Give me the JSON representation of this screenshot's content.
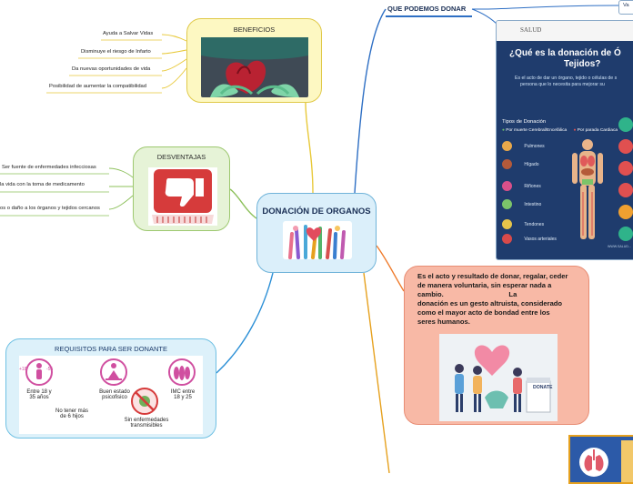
{
  "central": {
    "title": "DONACIÓN DE ORGANOS",
    "image_icon": "hands-donation-icon"
  },
  "beneficios": {
    "title": "BENEFICIOS",
    "image_icon": "hands-holding-heart-icon",
    "items": [
      "Ayuda a Salvar Vidas",
      "Disminuye el riesgo de Infarto",
      "Da nuevas oportunidades de vida",
      "Posibilidad de aumentar la  compatibilidad"
    ]
  },
  "desventajas": {
    "title": "DESVENTAJAS",
    "image_icon": "thumbs-down-icon",
    "items": [
      "Ser  fuente de enfermedades infecciosas",
      "la vida  con la toma de medicamento",
      "os o daño a los órganos y tejidos cercanos"
    ]
  },
  "requisitos": {
    "title": "REQUISITOS PARA SER DONANTE",
    "items": [
      {
        "label": "Entre 18 y\n35 años",
        "icon": "age-range-icon",
        "badge_left": "+18",
        "badge_right": "-55"
      },
      {
        "label": "Buen estado\npsicofisico",
        "icon": "meditation-icon"
      },
      {
        "label": "IMC entre\n18 y 25",
        "icon": "body-mass-icon"
      },
      {
        "label": "No tener más\nde 6 hijos",
        "icon": "children-icon"
      },
      {
        "label": "Sin enfermedades\ntransmisibles",
        "icon": "no-virus-icon"
      }
    ]
  },
  "definicion": {
    "lines": [
      "Es el acto y resultado de donar, regalar, ceder",
      "de manera voluntaria, sin esperar nada a",
      "cambio.                                  La",
      "donación es un gesto altruista, considerado",
      "como el mayor acto de bondad entre los",
      "seres humanos."
    ],
    "image_icon": "donate-box-heart-icon",
    "image_text": "DONATE"
  },
  "que_podemos_donar": {
    "title": "QUE PODEMOS DONAR",
    "infographic": {
      "brand": "SALUD",
      "title_lines": [
        "¿Qué es la donación de Ó",
        "Tejidos?"
      ],
      "desc_lines": [
        "Es el acto de dar un órgano, tejido o células de s",
        "persona que lo necesita para mejorar su"
      ],
      "types_title": "Tipos de Donación",
      "legend": [
        "Por muerte Cerebral/Encefálica",
        "Por parada Cardiaca"
      ],
      "organs": [
        "Pulmones",
        "Hígado",
        "Riñones",
        "Intestino",
        "Tendones",
        "Vasos arteriales"
      ],
      "footer": "WWW.SALUD..."
    },
    "side_badge": "Va"
  },
  "colors": {
    "central": "#dbeffa",
    "beneficios": "#fdf8c2",
    "desventajas": "#e6f3d7",
    "requisitos": "#ddf1fa",
    "definicion": "#f8b9a6",
    "link_yellow": "#e8c93a",
    "link_green": "#8cc05a",
    "link_blue": "#2b8fd6",
    "link_orange": "#ef7a2a",
    "link_navy": "#2e6fc4",
    "link_gold": "#e6a11e"
  }
}
